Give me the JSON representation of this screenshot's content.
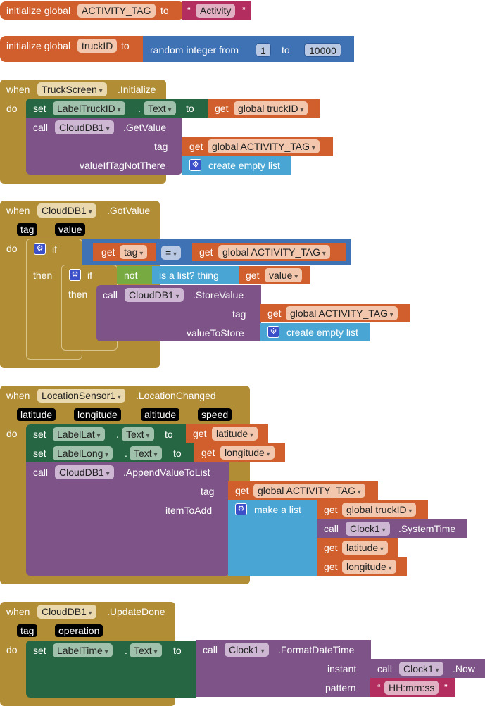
{
  "blocks": {
    "init_activity": {
      "prefix": "initialize global",
      "name": "ACTIVITY_TAG",
      "to": "to",
      "value": "Activity"
    },
    "init_truck": {
      "prefix": "initialize global",
      "name": "truckID",
      "to": "to",
      "random_label": "random integer from",
      "from": "1",
      "to_label": "to",
      "max": "10000"
    },
    "truck_init": {
      "when": "when",
      "component": "TruckScreen",
      "event": ".Initialize",
      "do": "do",
      "set": "set",
      "set_component": "LabelTruckID",
      "dot": ".",
      "property": "Text",
      "to": "to",
      "get": "get",
      "get_var": "global truckID",
      "call": "call",
      "call_component": "CloudDB1",
      "method": ".GetValue",
      "tag_label": "tag",
      "tag_get": "get",
      "tag_var": "global ACTIVITY_TAG",
      "default_label": "valueIfTagNotThere",
      "empty_list": "create empty list"
    },
    "got_value": {
      "when": "when",
      "component": "CloudDB1",
      "event": ".GotValue",
      "params": [
        "tag",
        "value"
      ],
      "do": "do",
      "if": "if",
      "then": "then",
      "get": "get",
      "cmp_left": "tag",
      "op": "=",
      "cmp_right": "global ACTIVITY_TAG",
      "if2": "if",
      "then2": "then",
      "not": "not",
      "is_list": "is a list?  thing",
      "get_value": "value",
      "call": "call",
      "call_component": "CloudDB1",
      "method": ".StoreValue",
      "tag_label": "tag",
      "tag_var": "global ACTIVITY_TAG",
      "store_label": "valueToStore",
      "empty_list": "create empty list"
    },
    "location_changed": {
      "when": "when",
      "component": "LocationSensor1",
      "event": ".LocationChanged",
      "params": [
        "latitude",
        "longitude",
        "altitude",
        "speed"
      ],
      "do": "do",
      "set": "set",
      "set1_component": "LabelLat",
      "set2_component": "LabelLong",
      "dot": ".",
      "property": "Text",
      "to": "to",
      "get": "get",
      "set1_var": "latitude",
      "set2_var": "longitude",
      "call": "call",
      "call_component": "CloudDB1",
      "method": ".AppendValueToList",
      "tag_label": "tag",
      "tag_var": "global ACTIVITY_TAG",
      "item_label": "itemToAdd",
      "make_list": "make a list",
      "list_items": {
        "truck": "global truckID",
        "clock_component": "Clock1",
        "clock_method": ".SystemTime",
        "lat": "latitude",
        "lon": "longitude"
      }
    },
    "update_done": {
      "when": "when",
      "component": "CloudDB1",
      "event": ".UpdateDone",
      "params": [
        "tag",
        "operation"
      ],
      "do": "do",
      "set": "set",
      "set_component": "LabelTime",
      "dot": ".",
      "property": "Text",
      "to": "to",
      "call": "call",
      "clock_component": "Clock1",
      "method": ".FormatDateTime",
      "instant_label": "instant",
      "now_method": ".Now",
      "pattern_label": "pattern",
      "pattern": "HH:mm:ss"
    }
  },
  "colors": {
    "variable": "#d05f2d",
    "text": "#b32d5e",
    "math": "#3f71b5",
    "event": "#b18e35",
    "setter": "#266643",
    "call": "#7d5388",
    "list": "#49a6d4",
    "logic": "#77ab41"
  }
}
